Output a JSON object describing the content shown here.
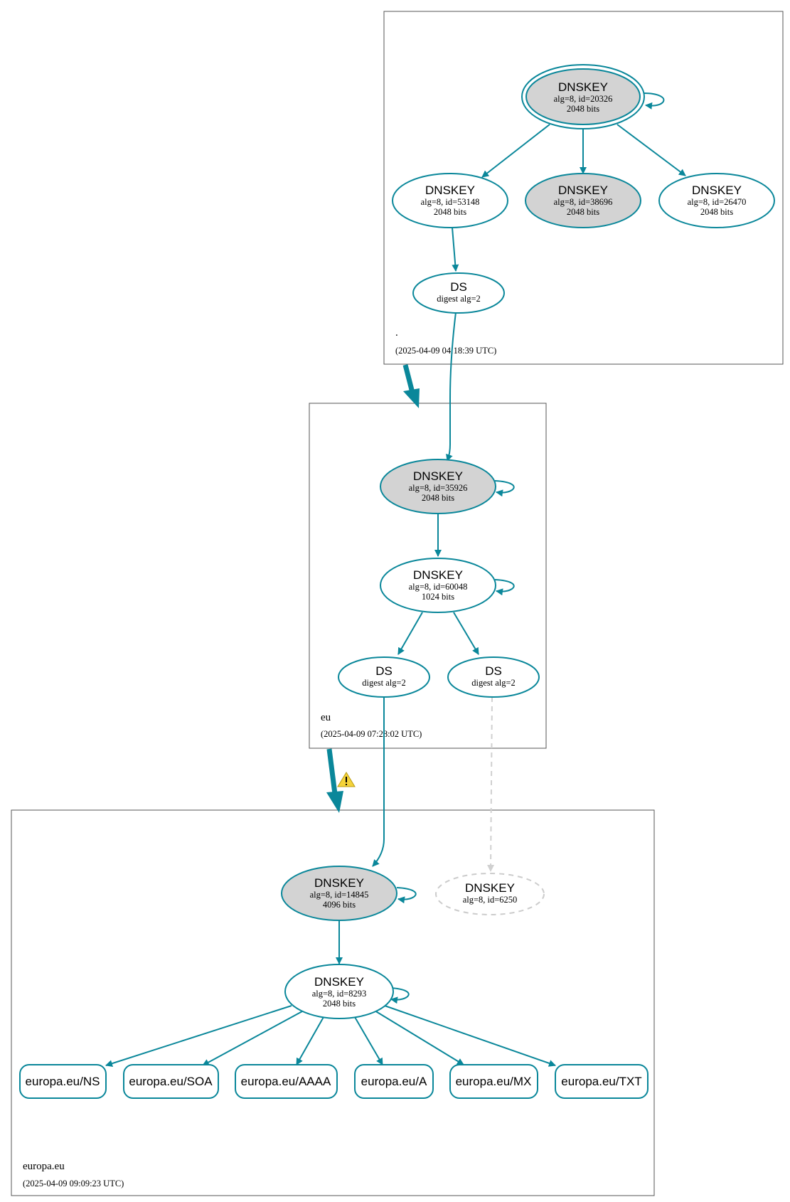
{
  "zones": {
    "root": {
      "name": ".",
      "timestamp": "(2025-04-09 04:18:39 UTC)"
    },
    "eu": {
      "name": "eu",
      "timestamp": "(2025-04-09 07:28:02 UTC)"
    },
    "europa": {
      "name": "europa.eu",
      "timestamp": "(2025-04-09 09:09:23 UTC)"
    }
  },
  "nodes": {
    "root_ksk": {
      "type": "DNSKEY",
      "line1": "alg=8, id=20326",
      "line2": "2048 bits"
    },
    "root_zsk1": {
      "type": "DNSKEY",
      "line1": "alg=8, id=53148",
      "line2": "2048 bits"
    },
    "root_zsk2": {
      "type": "DNSKEY",
      "line1": "alg=8, id=38696",
      "line2": "2048 bits"
    },
    "root_zsk3": {
      "type": "DNSKEY",
      "line1": "alg=8, id=26470",
      "line2": "2048 bits"
    },
    "root_ds": {
      "type": "DS",
      "line1": "digest alg=2"
    },
    "eu_ksk": {
      "type": "DNSKEY",
      "line1": "alg=8, id=35926",
      "line2": "2048 bits"
    },
    "eu_zsk": {
      "type": "DNSKEY",
      "line1": "alg=8, id=60048",
      "line2": "1024 bits"
    },
    "eu_ds1": {
      "type": "DS",
      "line1": "digest alg=2"
    },
    "eu_ds2": {
      "type": "DS",
      "line1": "digest alg=2"
    },
    "europa_ksk": {
      "type": "DNSKEY",
      "line1": "alg=8, id=14845",
      "line2": "4096 bits"
    },
    "europa_missing": {
      "type": "DNSKEY",
      "line1": "alg=8, id=6250"
    },
    "europa_zsk": {
      "type": "DNSKEY",
      "line1": "alg=8, id=8293",
      "line2": "2048 bits"
    }
  },
  "records": [
    "europa.eu/NS",
    "europa.eu/SOA",
    "europa.eu/AAAA",
    "europa.eu/A",
    "europa.eu/MX",
    "europa.eu/TXT"
  ],
  "warning_icon": "warning-triangle-icon",
  "colors": {
    "edge": "#0a879a",
    "secure_key_fill": "#d3d3d3",
    "missing": "#cccccc",
    "warning": "#f5d33a"
  }
}
